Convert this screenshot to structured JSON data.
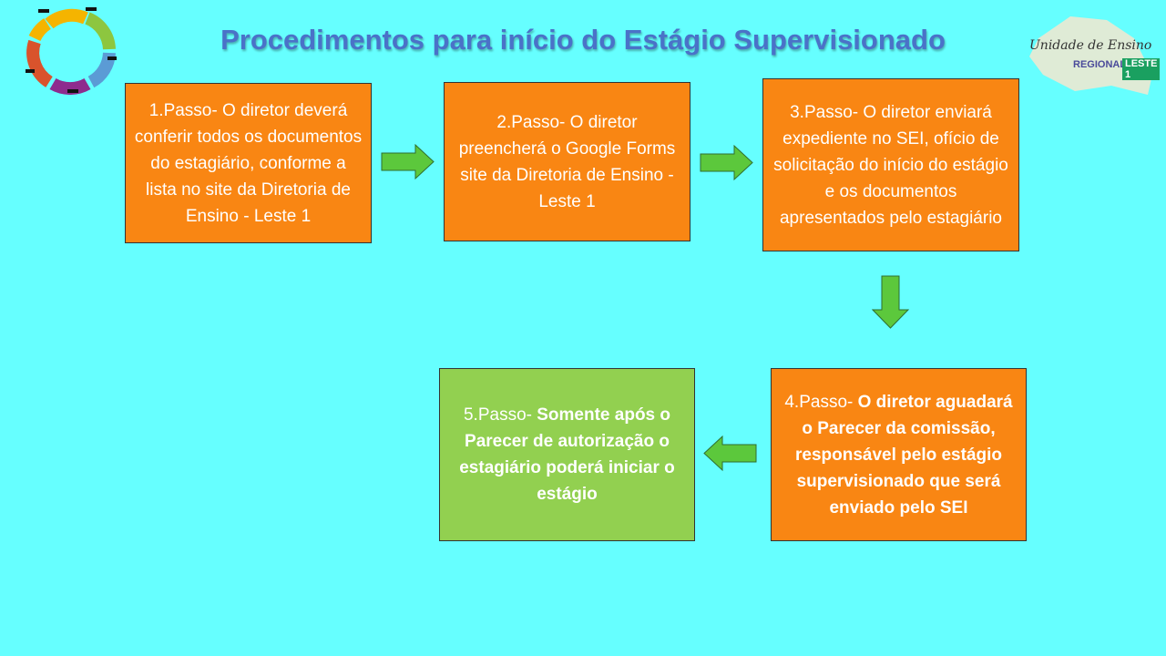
{
  "title": "Procedimentos para início do Estágio Supervisionado",
  "logo_right": {
    "script": "Unidade de Ensino",
    "regional": "REGIONAL",
    "leste": "LESTE 1"
  },
  "steps": [
    {
      "text": "1.Passo- O diretor deverá conferir todos os documentos do estagiário, conforme a lista no site da Diretoria de Ensino - Leste 1"
    },
    {
      "text": "2.Passo- O diretor preencherá o Google Forms site da Diretoria de Ensino - Leste 1"
    },
    {
      "text": "3.Passo- O diretor enviará expediente no SEI, ofício de solicitação do início do estágio e os documentos apresentados pelo estagiário"
    },
    {
      "prefix": "4.Passo- ",
      "bold": "O diretor aguadará o Parecer da comissão, responsável pelo estágio supervisionado que será enviado pelo SEI"
    },
    {
      "prefix": "5.Passo- ",
      "bold": "Somente após o Parecer de autorização o estagiário poderá iniciar o estágio"
    }
  ],
  "colors": {
    "background": "#66FFFF",
    "orange": "#F98613",
    "green": "#92D050",
    "arrow": "#5CC83C",
    "title": "#4A72C8"
  }
}
